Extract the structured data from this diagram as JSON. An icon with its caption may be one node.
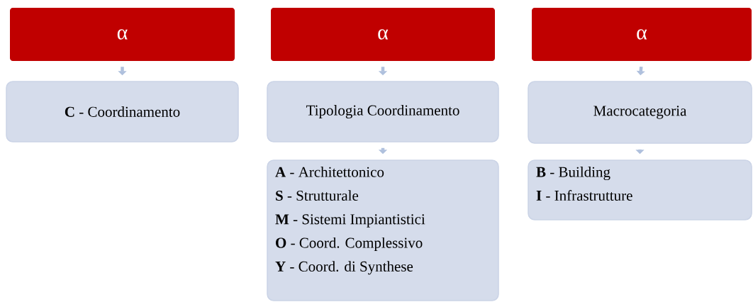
{
  "diagram": {
    "nodes": [
      {
        "text": [
          "α"
        ]
      },
      {
        "text": [
          "**C** - Coordinamento"
        ]
      },
      {
        "text": [
          "α"
        ]
      },
      {
        "text": [
          "Tipologia Coordinamento"
        ]
      },
      {
        "text": [
          "**A** - Architettonico",
          "**S** - Strutturale",
          "**M** - Sistemi Impiantistici",
          "**O** - Coord. Complessivo",
          "**Y** - Coord. di Synthese"
        ]
      },
      {
        "text": [
          "α"
        ]
      },
      {
        "text": [
          "Macrocategoria"
        ]
      },
      {
        "text": [
          "**B** - Building",
          "**I** - Infrastrutture"
        ]
      }
    ],
    "edges": [
      {
        "from": 0,
        "to": 1,
        "arrow": "to"
      },
      {
        "from": 2,
        "to": 3,
        "arrow": "to"
      },
      {
        "from": 3,
        "to": 4,
        "arrow": "to"
      },
      {
        "from": 5,
        "to": 6,
        "arrow": "to"
      },
      {
        "from": 6,
        "to": 7,
        "arrow": "to"
      }
    ]
  }
}
